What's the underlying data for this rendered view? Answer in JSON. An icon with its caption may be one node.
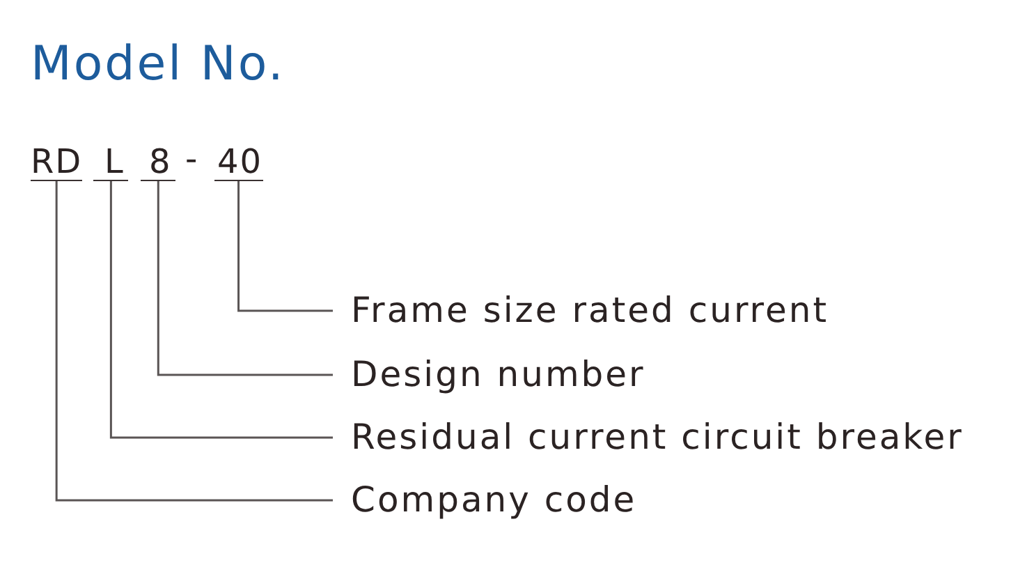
{
  "diagram": {
    "title": "Model No.",
    "nodes": [
      {
        "text": [
          "RD"
        ]
      },
      {
        "text": [
          "L"
        ]
      },
      {
        "text": [
          "8"
        ]
      },
      {
        "text": [
          "40"
        ]
      },
      {
        "text": [
          "Frame size rated current"
        ]
      },
      {
        "text": [
          "Design number"
        ]
      },
      {
        "text": [
          "Residual current circuit breaker"
        ]
      },
      {
        "text": [
          "Company code"
        ]
      }
    ],
    "edges": [
      {
        "from": 4,
        "to": 3,
        "arrow": "none"
      },
      {
        "from": 5,
        "to": 2,
        "arrow": "none"
      },
      {
        "from": 6,
        "to": 1,
        "arrow": "none"
      },
      {
        "from": 7,
        "to": 0,
        "arrow": "none"
      }
    ],
    "labels": [
      "-"
    ]
  }
}
